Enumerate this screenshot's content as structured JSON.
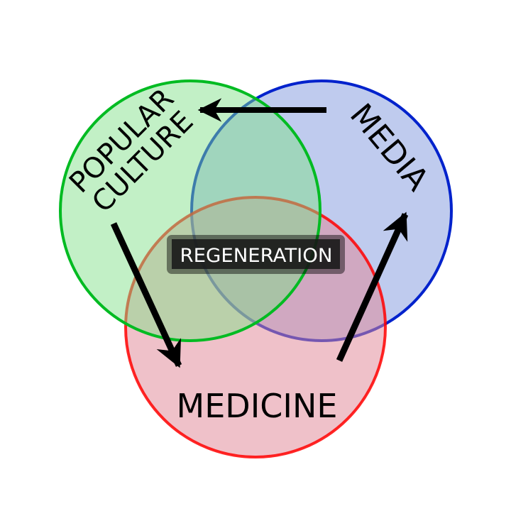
{
  "diagram": {
    "type": "venn-3",
    "sets": [
      {
        "id": "popular-culture",
        "label_lines": [
          "POPULAR",
          "CULTURE"
        ],
        "fill": "#80e088",
        "stroke": "#00bb22"
      },
      {
        "id": "media",
        "label_lines": [
          "MEDIA"
        ],
        "fill": "#8aa0e0",
        "stroke": "#0022cc"
      },
      {
        "id": "medicine",
        "label_lines": [
          "MEDICINE"
        ],
        "fill": "#e08898",
        "stroke": "#ff0000"
      }
    ],
    "center_label": "REGENERATION",
    "arrows": [
      {
        "from": "media",
        "to": "popular-culture"
      },
      {
        "from": "popular-culture",
        "to": "medicine"
      },
      {
        "from": "medicine",
        "to": "media"
      }
    ]
  },
  "colors": {
    "arrow": "#000000",
    "badge_bg": "#1a1a1a",
    "badge_text": "#ffffff"
  }
}
